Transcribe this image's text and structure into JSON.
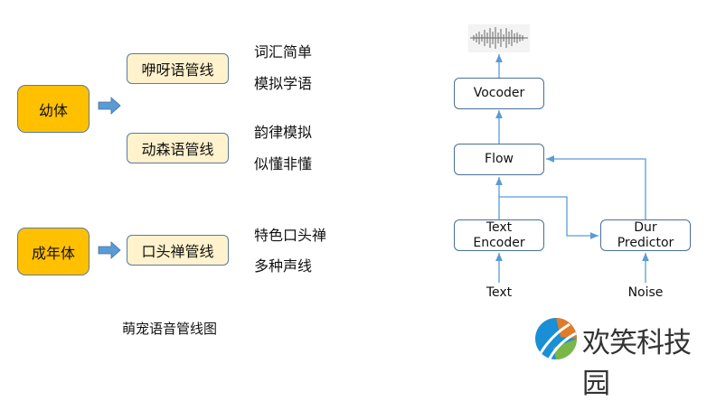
{
  "left": {
    "stages": [
      {
        "label": "幼体"
      },
      {
        "label": "成年体"
      }
    ],
    "pipelines": [
      {
        "label": "咿呀语管线"
      },
      {
        "label": "动森语管线"
      },
      {
        "label": "口头禅管线"
      }
    ],
    "features": [
      "词汇简单",
      "模拟学语",
      "韵律模拟",
      "似懂非懂",
      "特色口头禅",
      "多种声线"
    ],
    "caption": "萌宠语音管线图"
  },
  "right": {
    "nodes": {
      "vocoder": "Vocoder",
      "flow": "Flow",
      "text_encoder": [
        "Text",
        "Encoder"
      ],
      "dur_predictor": [
        "Dur",
        "Predictor"
      ]
    },
    "inputs": {
      "text": "Text",
      "noise": "Noise"
    }
  },
  "watermark": {
    "text": "欢笑科技园"
  },
  "colors": {
    "stage": "#ffc000",
    "pipeline": "#fff2cc",
    "arrow": "#5b9bd5",
    "border": "#4a6f9a"
  }
}
